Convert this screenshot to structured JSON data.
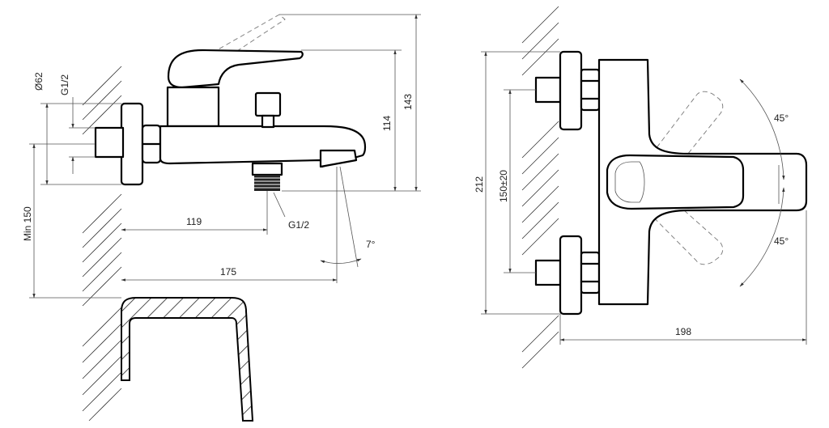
{
  "labels": {
    "side_view": {
      "dia62": "Ø62",
      "g12_inlet": "G1/2",
      "min150": "Min 150",
      "d114": "114",
      "d143": "143",
      "d119": "119",
      "g12_outlet": "G1/2",
      "angle7": "7°",
      "d175": "175"
    },
    "front_view": {
      "d212": "212",
      "d150": "150±20",
      "angle45_top": "45°",
      "angle45_bottom": "45°",
      "d198": "198"
    }
  },
  "colors": {
    "line": "#000000",
    "dim_line": "#555555",
    "text": "#222222",
    "background": "#ffffff"
  }
}
